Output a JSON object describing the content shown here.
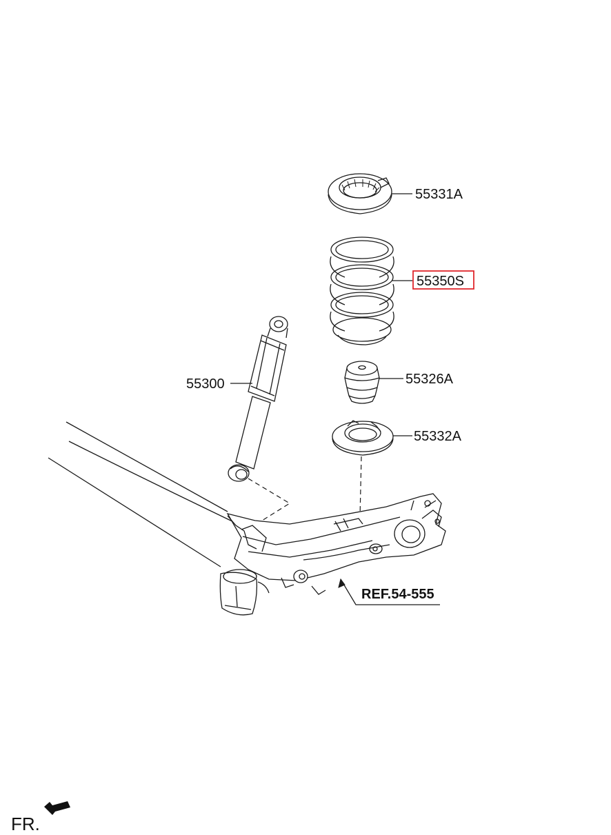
{
  "parts": {
    "upper_seat": "55331A",
    "coil_spring": "55350S",
    "bump_stopper": "55326A",
    "lower_seat": "55332A",
    "shock_absorber": "55300"
  },
  "reference": "REF.54-555",
  "direction": "FR.",
  "colors": {
    "line": "#1a1a1a",
    "highlight": "#e0262c"
  }
}
